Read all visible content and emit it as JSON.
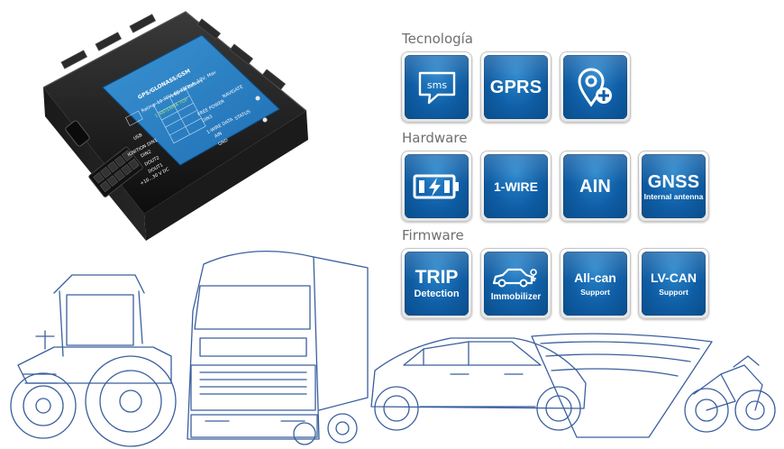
{
  "device": {
    "model": "GPS/GLONASS/GSM",
    "rating": "Rating: 10-30V, 60-250mA, 12V, Max",
    "battery": "Internal Battery",
    "antenna_note": "1 ANTENNA TOP",
    "navigate": "NAVIGATE",
    "status": "STATUS",
    "usb": "USB",
    "pins_left": [
      "IGNITION DIN1",
      "DIN2",
      "DOUT2",
      "DOUT1",
      "+10...30 V DC"
    ],
    "pins_right": [
      "FREE POWER",
      "DIN3",
      "1-WIRE DATA",
      "AIN",
      "GND"
    ]
  },
  "sections": [
    {
      "title": "Tecnología",
      "tiles": [
        {
          "icon": "sms-chat-icon",
          "text": "sms"
        },
        {
          "icon": "",
          "text": "GPRS"
        },
        {
          "icon": "location-pin-add-icon",
          "text": ""
        }
      ]
    },
    {
      "title": "Hardware",
      "tiles": [
        {
          "icon": "battery-charging-icon",
          "text": ""
        },
        {
          "icon": "",
          "text": "1-WIRE"
        },
        {
          "icon": "",
          "text": "AIN"
        },
        {
          "icon": "",
          "text": "GNSS",
          "sub": "Internal antenna"
        }
      ]
    },
    {
      "title": "Firmware",
      "tiles": [
        {
          "icon": "",
          "text": "TRIP",
          "sub": "Detection"
        },
        {
          "icon": "car-key-icon",
          "text": "Immobilizer"
        },
        {
          "icon": "",
          "text": "All-can",
          "sub": "Support"
        },
        {
          "icon": "",
          "text": "LV-CAN",
          "sub": "Support"
        }
      ]
    }
  ],
  "colors": {
    "tile_blue": "#0f5ea6",
    "tile_frame": "#e4e4e4",
    "label_blue": "#2a7fc0",
    "sketch_stroke": "#3a5f9e",
    "section_title": "#6f6f6f"
  }
}
